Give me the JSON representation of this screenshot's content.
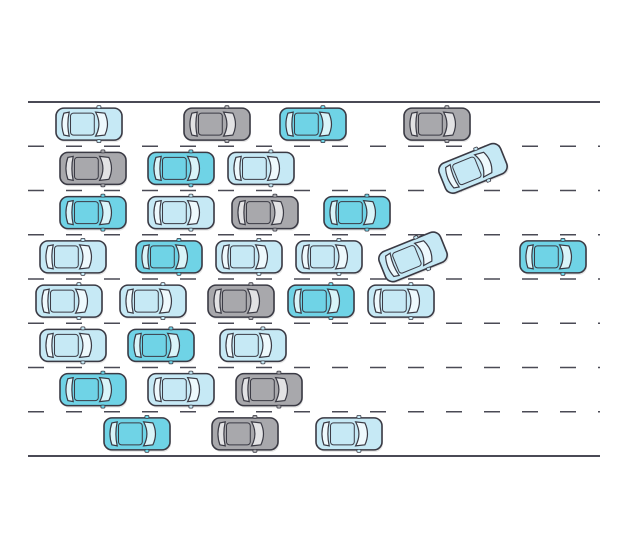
{
  "scene": {
    "description_hidden": "",
    "road": {
      "lanes": 8,
      "colors": {
        "road_edge": "#4a4a55",
        "lane_dash": "#4a4a55",
        "background": "#ffffff"
      }
    },
    "car_styles": {
      "cyan": {
        "body": "#6fd3e6",
        "window": "#d9f4f9",
        "outline": "#3a3a44"
      },
      "light": {
        "body": "#c6e9f5",
        "window": "#eef9fd",
        "outline": "#3a3a44"
      },
      "grey": {
        "body": "#a8a8ac",
        "window": "#e2e2e4",
        "outline": "#3a3a44"
      }
    },
    "cars": [
      {
        "lane": 1,
        "col": 0.25,
        "style": "light"
      },
      {
        "lane": 1,
        "col": 1.85,
        "style": "grey"
      },
      {
        "lane": 1,
        "col": 3.05,
        "style": "cyan"
      },
      {
        "lane": 1,
        "col": 4.6,
        "style": "grey"
      },
      {
        "lane": 2,
        "col": 0.3,
        "style": "grey"
      },
      {
        "lane": 2,
        "col": 1.4,
        "style": "cyan"
      },
      {
        "lane": 2,
        "col": 2.4,
        "style": "light"
      },
      {
        "lane": 2,
        "col": 5.05,
        "style": "light",
        "tilt": -22
      },
      {
        "lane": 3,
        "col": 0.3,
        "style": "cyan"
      },
      {
        "lane": 3,
        "col": 1.4,
        "style": "light"
      },
      {
        "lane": 3,
        "col": 2.45,
        "style": "grey"
      },
      {
        "lane": 3,
        "col": 3.6,
        "style": "cyan"
      },
      {
        "lane": 4,
        "col": 0.05,
        "style": "light"
      },
      {
        "lane": 4,
        "col": 1.25,
        "style": "cyan"
      },
      {
        "lane": 4,
        "col": 2.25,
        "style": "light"
      },
      {
        "lane": 4,
        "col": 3.25,
        "style": "light"
      },
      {
        "lane": 4,
        "col": 4.3,
        "style": "light",
        "tilt": -22
      },
      {
        "lane": 4,
        "col": 6.05,
        "style": "cyan"
      },
      {
        "lane": 5,
        "col": 0.0,
        "style": "light"
      },
      {
        "lane": 5,
        "col": 1.05,
        "style": "light"
      },
      {
        "lane": 5,
        "col": 2.15,
        "style": "grey"
      },
      {
        "lane": 5,
        "col": 3.15,
        "style": "cyan"
      },
      {
        "lane": 5,
        "col": 4.15,
        "style": "light"
      },
      {
        "lane": 6,
        "col": 0.05,
        "style": "light"
      },
      {
        "lane": 6,
        "col": 1.15,
        "style": "cyan"
      },
      {
        "lane": 6,
        "col": 2.3,
        "style": "light"
      },
      {
        "lane": 7,
        "col": 0.3,
        "style": "cyan"
      },
      {
        "lane": 7,
        "col": 1.4,
        "style": "light"
      },
      {
        "lane": 7,
        "col": 2.5,
        "style": "grey"
      },
      {
        "lane": 8,
        "col": 0.85,
        "style": "cyan"
      },
      {
        "lane": 8,
        "col": 2.2,
        "style": "grey"
      },
      {
        "lane": 8,
        "col": 3.5,
        "style": "light"
      }
    ]
  }
}
